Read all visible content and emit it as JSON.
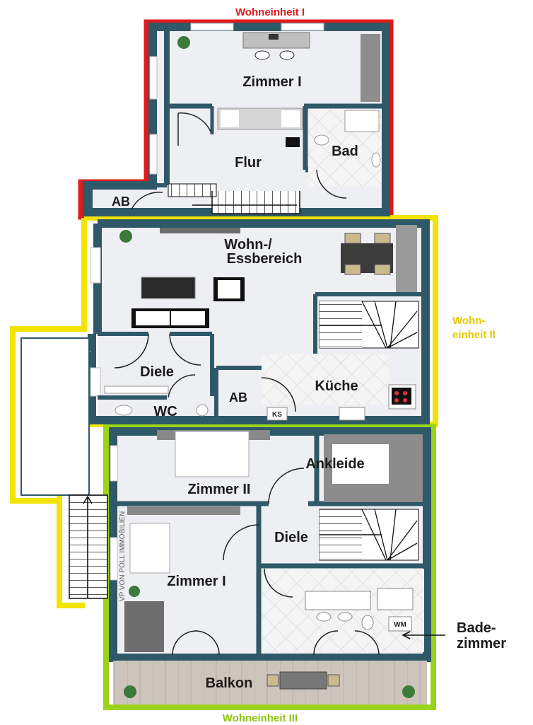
{
  "units": [
    {
      "key": "u1",
      "title": "Wohneinheit I",
      "color": "#e01b1b"
    },
    {
      "key": "u2",
      "title_lines": [
        "Wohn-",
        "einheit II"
      ],
      "color": "#f2e400"
    },
    {
      "key": "u3",
      "title": "Wohneinheit III",
      "color": "#9ad31a"
    }
  ],
  "rooms": {
    "u1_zimmer": "Zimmer I",
    "u1_bad": "Bad",
    "u1_flur": "Flur",
    "u1_ab": "AB",
    "u2_wohn_l1": "Wohn-/",
    "u2_wohn_l2": "Essbereich",
    "u2_diele": "Diele",
    "u2_wc": "WC",
    "u2_ab": "AB",
    "u2_kueche": "Küche",
    "u2_ks": "KS",
    "u3_zimmer2": "Zimmer II",
    "u3_ankleide": "Ankleide",
    "u3_diele": "Diele",
    "u3_zimmer1": "Zimmer I",
    "u3_balkon": "Balkon",
    "u3_wm": "WM"
  },
  "badezimmer_lines": [
    "Bade-",
    "zimmer"
  ],
  "watermark": "VP VON POLL IMMOBILIEN",
  "colors": {
    "wall": "#2f5868",
    "floor": "#eeeff3",
    "tile": "#e6e6e6",
    "grey_floor": "#8b8b8b",
    "balcony": "#c9c0b8"
  }
}
